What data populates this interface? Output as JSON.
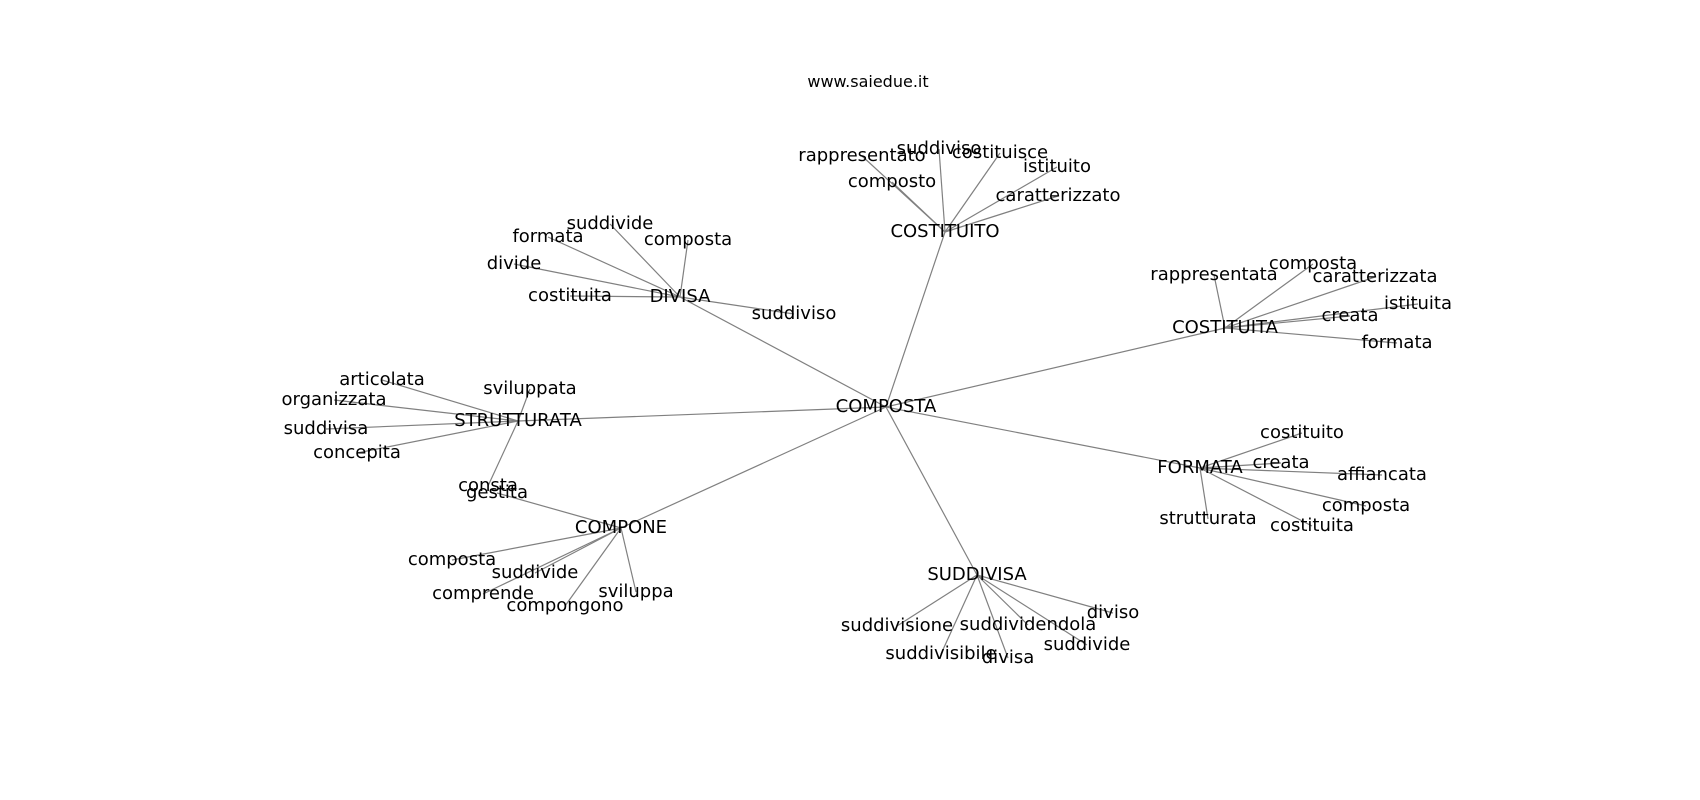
{
  "site": "www.saiedue.it",
  "center": "COMPOSTA",
  "hubs": [
    {
      "id": "costituito",
      "label": "COSTITUITO",
      "words": [
        "rappresentato",
        "suddiviso",
        "costituisce",
        "istituito",
        "composto",
        "caratterizzato"
      ]
    },
    {
      "id": "divisa",
      "label": "DIVISA",
      "words": [
        "suddivide",
        "formata",
        "composta",
        "divide",
        "costituita",
        "suddiviso"
      ]
    },
    {
      "id": "costituita",
      "label": "COSTITUITA",
      "words": [
        "rappresentata",
        "composta",
        "caratterizzata",
        "istituita",
        "creata",
        "formata"
      ]
    },
    {
      "id": "strutturata",
      "label": "STRUTTURATA",
      "words": [
        "articolata",
        "organizzata",
        "sviluppata",
        "suddivisa",
        "concepita",
        "consta"
      ]
    },
    {
      "id": "formata",
      "label": "FORMATA",
      "words": [
        "costituito",
        "creata",
        "affiancata",
        "composta",
        "strutturata",
        "costituita"
      ]
    },
    {
      "id": "compone",
      "label": "COMPONE",
      "words": [
        "gestita",
        "composta",
        "suddivide",
        "comprende",
        "sviluppa",
        "compongono"
      ]
    },
    {
      "id": "suddivisa",
      "label": "SUDDIVISA",
      "words": [
        "diviso",
        "suddivisione",
        "suddividendola",
        "suddivide",
        "suddivisibile",
        "divisa"
      ]
    }
  ]
}
